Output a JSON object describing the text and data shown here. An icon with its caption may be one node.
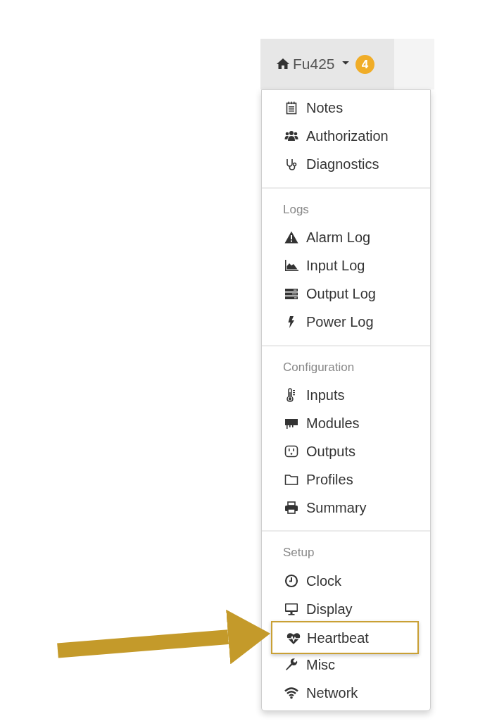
{
  "diagram": {
    "nodes": [
      {
        "text": [
          "Fu425",
          "4"
        ]
      },
      {
        "text": [],
        "shape": "box"
      },
      {
        "text": [
          "Heartbeat"
        ],
        "in": 1
      }
    ],
    "edges": [
      {
        "from": null,
        "to": 2,
        "arrow": "to"
      }
    ],
    "labels": [
      "Notes",
      "Authorization",
      "Diagnostics",
      "Logs",
      "Alarm Log",
      "Input Log",
      "Output Log",
      "Power Log",
      "Configuration",
      "Inputs",
      "Modules",
      "Outputs",
      "Profiles",
      "Summary",
      "Setup",
      "Clock",
      "Display",
      "Misc",
      "Network"
    ]
  }
}
